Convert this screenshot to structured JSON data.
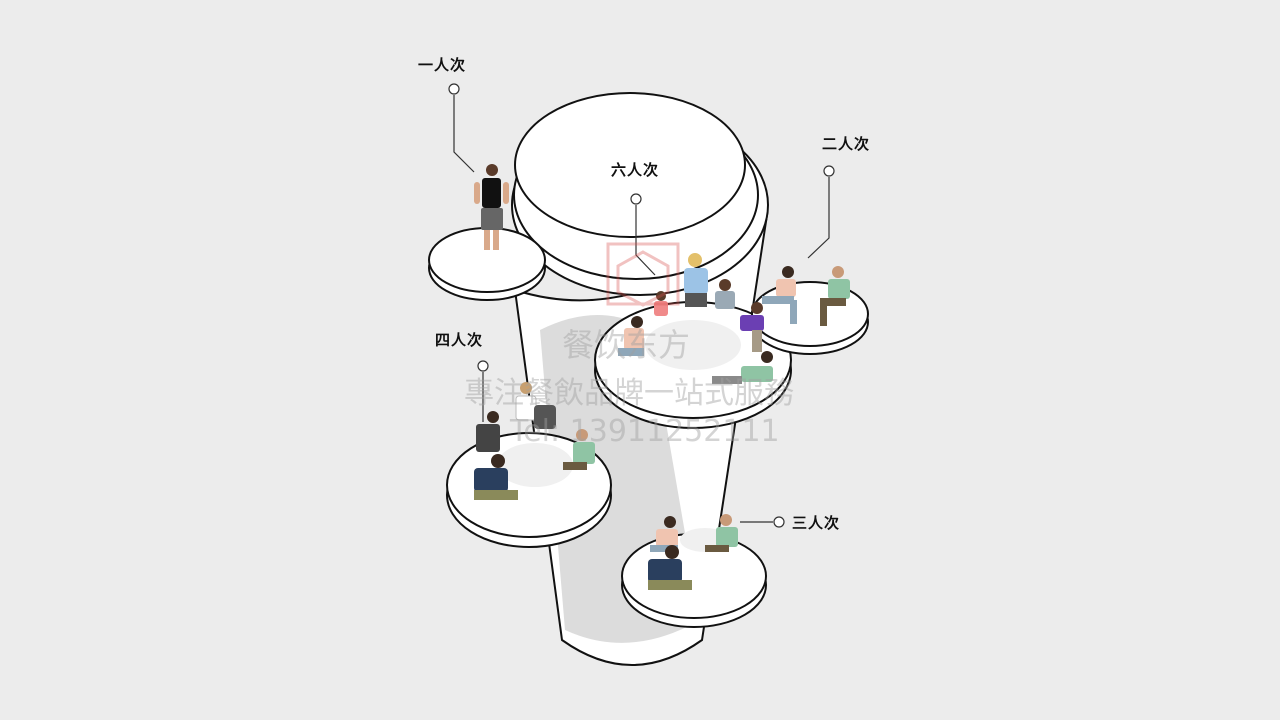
{
  "labels": {
    "one": "一人次",
    "two": "二人次",
    "three": "三人次",
    "four": "四人次",
    "six": "六人次"
  },
  "watermark": {
    "brand": "餐饮东方",
    "slogan": "專注餐飲品牌一站式服務",
    "tel": "Tel: 13911252111"
  },
  "colors": {
    "background": "#ececec",
    "outline": "#111111",
    "fill": "#ffffff",
    "shadow": "#d8d8d8"
  }
}
